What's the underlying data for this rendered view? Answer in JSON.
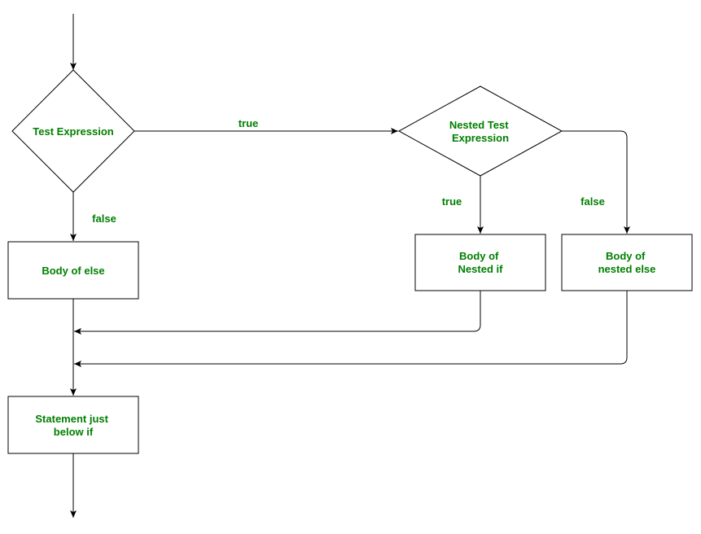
{
  "colors": {
    "text": "#007f00",
    "stroke": "#000000",
    "background": "#ffffff"
  },
  "nodes": {
    "test_expression": {
      "shape": "diamond",
      "lines": [
        "Test Expression"
      ]
    },
    "nested_test_expression": {
      "shape": "diamond",
      "lines": [
        "Nested Test",
        "Expression"
      ]
    },
    "body_of_else": {
      "shape": "rectangle",
      "lines": [
        "Body of else"
      ]
    },
    "body_of_nested_if": {
      "shape": "rectangle",
      "lines": [
        "Body of",
        "Nested if"
      ]
    },
    "body_of_nested_else": {
      "shape": "rectangle",
      "lines": [
        "Body of",
        "nested else"
      ]
    },
    "statement_below_if": {
      "shape": "rectangle",
      "lines": [
        "Statement just",
        "below if"
      ]
    }
  },
  "edge_labels": {
    "test_true": "true",
    "test_false": "false",
    "nested_true": "true",
    "nested_false": "false"
  }
}
